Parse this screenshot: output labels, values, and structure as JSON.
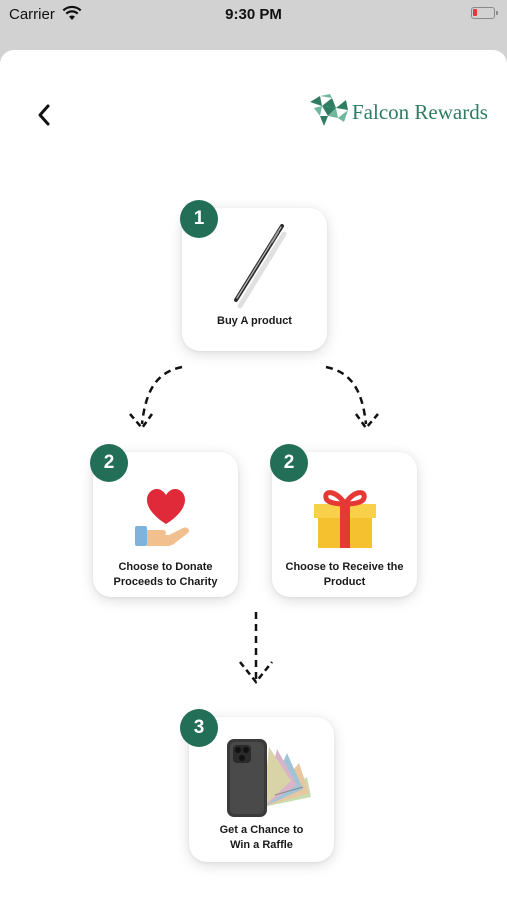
{
  "status_bar": {
    "carrier": "Carrier",
    "time": "9:30 PM",
    "battery_color": "#e53935"
  },
  "header": {
    "back_icon": "chevron-left-icon",
    "logo_text": "Falcon Rewards",
    "logo_color": "#2e7d63"
  },
  "steps": [
    {
      "number": "1",
      "label": "Buy A product",
      "icon": "pen-icon"
    },
    {
      "number": "2",
      "label": "Choose to Donate\nProceeds to Charity",
      "icon": "heart-hand-icon"
    },
    {
      "number": "2",
      "label": "Choose to Receive the\nProduct",
      "icon": "gift-box-icon"
    },
    {
      "number": "3",
      "label": "Get a Chance to\nWin a Raffle",
      "icon": "phone-and-cash-icon"
    }
  ],
  "colors": {
    "badge": "#226e57",
    "heart": "#e02a3a",
    "gift": "#f5c12e",
    "ribbon": "#e53935"
  }
}
